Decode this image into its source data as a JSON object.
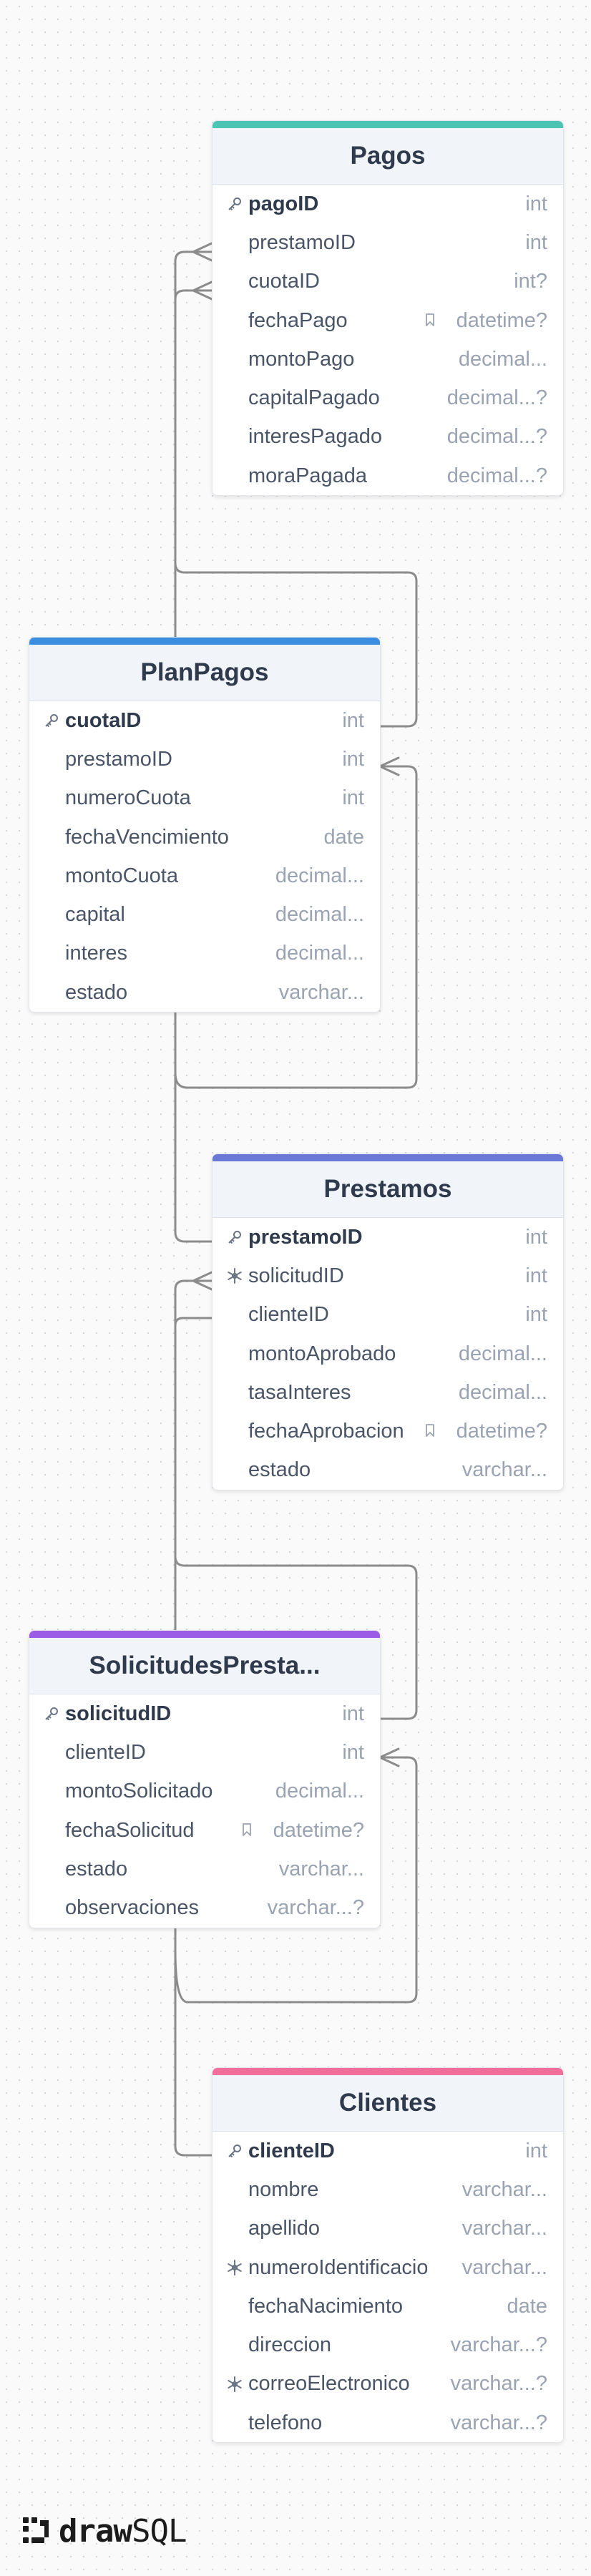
{
  "brand": {
    "name_bold": "draw",
    "name_light": "SQL",
    "icon": "drawsql-logo-icon"
  },
  "colors": {
    "pagos": "#4cc4b4",
    "planpagos": "#3a8de0",
    "prestamos": "#6a79d8",
    "solicitudes": "#9b5de5",
    "clientes": "#ef6f9a"
  },
  "tables": {
    "pagos": {
      "title": "Pagos",
      "fields": [
        {
          "name": "pagoID",
          "type": "int",
          "pk": true,
          "icon": "key-icon"
        },
        {
          "name": "prestamoID",
          "type": "int"
        },
        {
          "name": "cuotaID",
          "type": "int?"
        },
        {
          "name": "fechaPago",
          "type": "datetime?",
          "note": true
        },
        {
          "name": "montoPago",
          "type": "decimal..."
        },
        {
          "name": "capitalPagado",
          "type": "decimal...?"
        },
        {
          "name": "interesPagado",
          "type": "decimal...?"
        },
        {
          "name": "moraPagada",
          "type": "decimal...?"
        }
      ]
    },
    "planpagos": {
      "title": "PlanPagos",
      "fields": [
        {
          "name": "cuotaID",
          "type": "int",
          "pk": true,
          "icon": "key-icon"
        },
        {
          "name": "prestamoID",
          "type": "int"
        },
        {
          "name": "numeroCuota",
          "type": "int"
        },
        {
          "name": "fechaVencimiento",
          "type": "date"
        },
        {
          "name": "montoCuota",
          "type": "decimal..."
        },
        {
          "name": "capital",
          "type": "decimal..."
        },
        {
          "name": "interes",
          "type": "decimal..."
        },
        {
          "name": "estado",
          "type": "varchar..."
        }
      ]
    },
    "prestamos": {
      "title": "Prestamos",
      "fields": [
        {
          "name": "prestamoID",
          "type": "int",
          "pk": true,
          "icon": "key-icon"
        },
        {
          "name": "solicitudID",
          "type": "int",
          "icon": "unique-icon"
        },
        {
          "name": "clienteID",
          "type": "int"
        },
        {
          "name": "montoAprobado",
          "type": "decimal..."
        },
        {
          "name": "tasaInteres",
          "type": "decimal..."
        },
        {
          "name": "fechaAprobacion",
          "type": "datetime?",
          "note": true
        },
        {
          "name": "estado",
          "type": "varchar..."
        }
      ]
    },
    "solicitudes": {
      "title": "SolicitudesPresta...",
      "fields": [
        {
          "name": "solicitudID",
          "type": "int",
          "pk": true,
          "icon": "key-icon"
        },
        {
          "name": "clienteID",
          "type": "int"
        },
        {
          "name": "montoSolicitado",
          "type": "decimal..."
        },
        {
          "name": "fechaSolicitud",
          "type": "datetime?",
          "note": true
        },
        {
          "name": "estado",
          "type": "varchar..."
        },
        {
          "name": "observaciones",
          "type": "varchar...?"
        }
      ]
    },
    "clientes": {
      "title": "Clientes",
      "fields": [
        {
          "name": "clienteID",
          "type": "int",
          "pk": true,
          "icon": "key-icon"
        },
        {
          "name": "nombre",
          "type": "varchar..."
        },
        {
          "name": "apellido",
          "type": "varchar..."
        },
        {
          "name": "numeroIdentificacion",
          "type": "varchar...",
          "icon": "unique-icon"
        },
        {
          "name": "fechaNacimiento",
          "type": "date"
        },
        {
          "name": "direccion",
          "type": "varchar...?"
        },
        {
          "name": "correoElectronico",
          "type": "varchar...?",
          "icon": "unique-icon"
        },
        {
          "name": "telefono",
          "type": "varchar...?"
        }
      ]
    }
  }
}
